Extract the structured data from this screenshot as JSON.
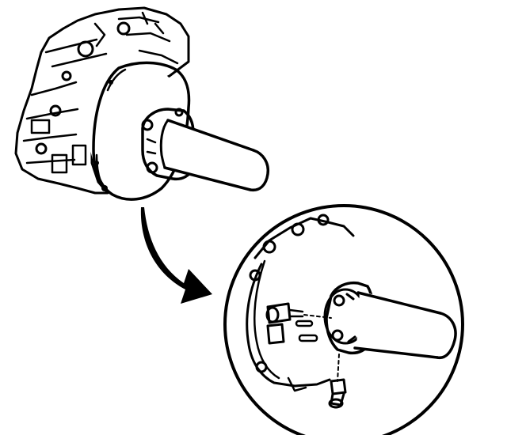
{
  "illustration": {
    "ink_color": "#000000",
    "paper_color": "#ffffff",
    "parts": [
      {
        "id": "transmission-assembly",
        "icon": "transmission-housing-drawing"
      },
      {
        "id": "driveshaft",
        "icon": "shaft-drawing"
      },
      {
        "id": "direction-arrow",
        "icon": "curved-arrow"
      },
      {
        "id": "detail-view",
        "icon": "magnified-circle"
      },
      {
        "id": "shaft-bracket",
        "icon": "bracket-drawing"
      },
      {
        "id": "bolt-upper",
        "icon": "bolt-drawing"
      },
      {
        "id": "bolt-lower",
        "icon": "bolt-drawing"
      }
    ]
  }
}
